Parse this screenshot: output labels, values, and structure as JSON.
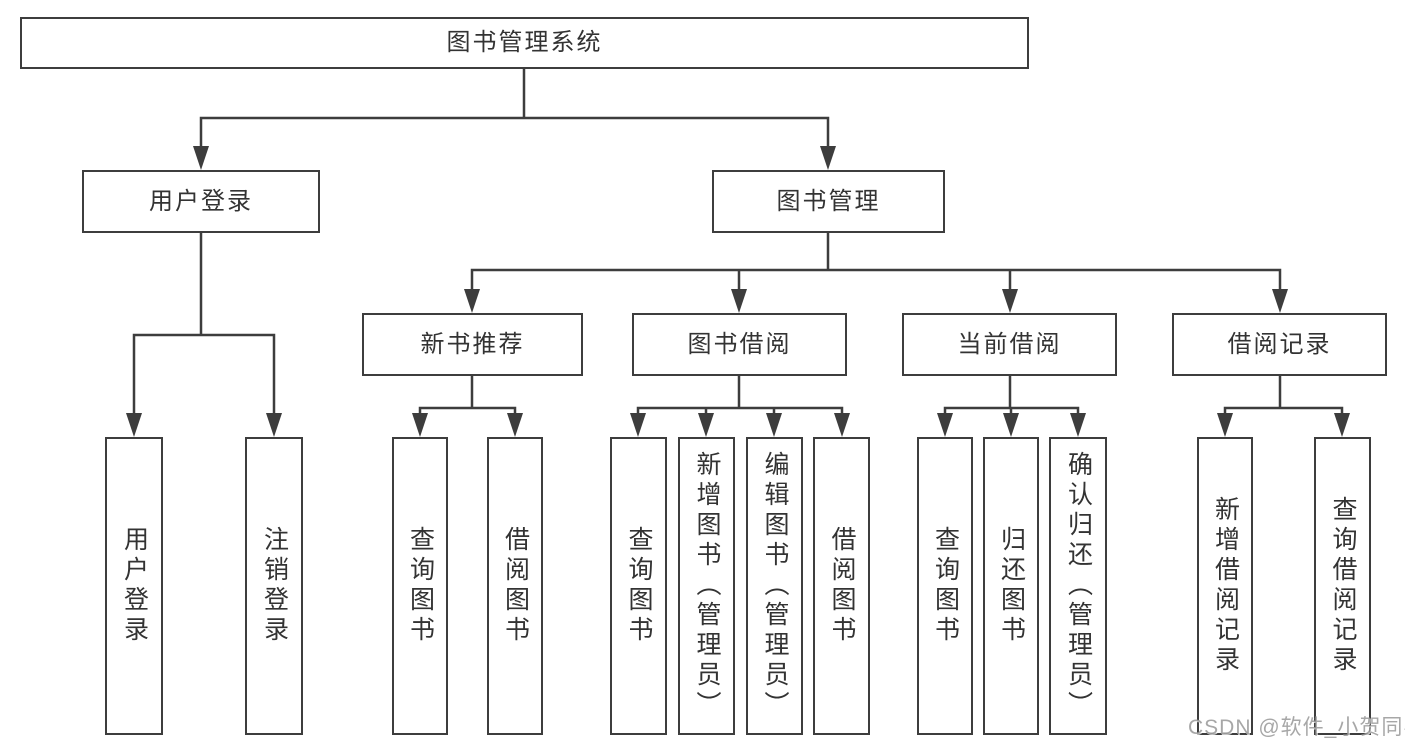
{
  "nodes": {
    "root": "图书管理系统",
    "user_login": "用户登录",
    "book_management": "图书管理",
    "new_book_recommend": "新书推荐",
    "book_borrow": "图书借阅",
    "current_borrow": "当前借阅",
    "borrow_records": "借阅记录",
    "leaf_user_login": "用户登录",
    "leaf_logout": "注销登录",
    "leaf_query_books_recommend": "查询图书",
    "leaf_borrow_books_recommend": "借阅图书",
    "leaf_query_books_borrow": "查询图书",
    "leaf_add_book_admin": "新增图书（管理员）",
    "leaf_edit_book_admin": "编辑图书（管理员）",
    "leaf_borrow_books_borrow": "借阅图书",
    "leaf_query_books_current": "查询图书",
    "leaf_return_book": "归还图书",
    "leaf_confirm_return_admin": "确认归还（管理员）",
    "leaf_add_borrow_record": "新增借阅记录",
    "leaf_query_borrow_record": "查询借阅记录"
  },
  "watermark": "CSDN @软件_小贺同学",
  "colors": {
    "line": "#3d3d3d",
    "text": "#333333",
    "watermark": "#989898",
    "background": "#ffffff"
  }
}
